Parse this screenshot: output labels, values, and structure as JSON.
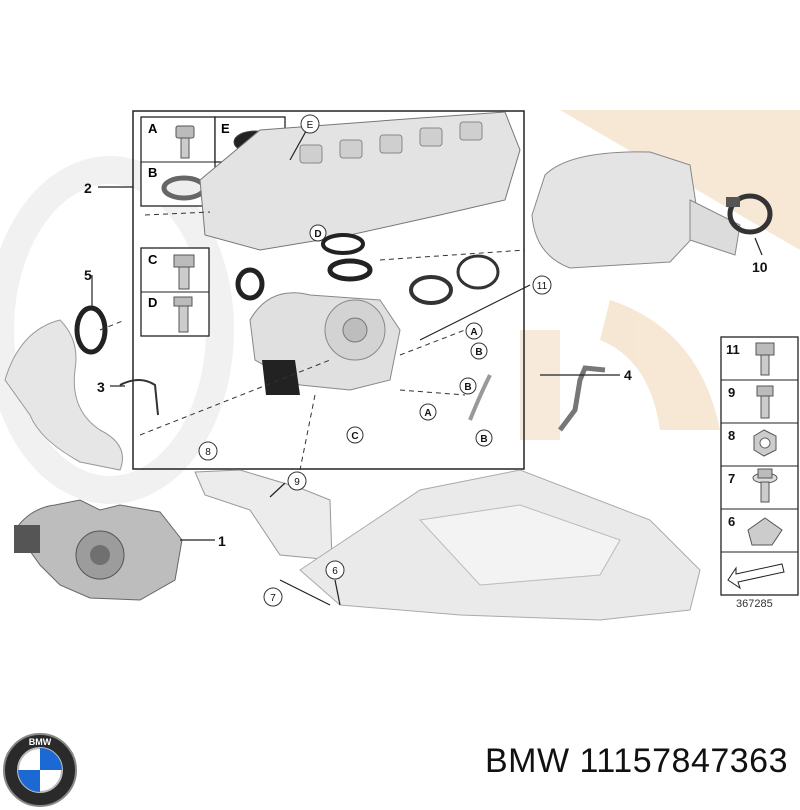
{
  "diagram": {
    "id_label": "367285",
    "callouts": [
      "1",
      "2",
      "3",
      "4",
      "5",
      "6",
      "7",
      "8",
      "9",
      "10",
      "11",
      "E"
    ],
    "detail_letters": [
      "A",
      "B",
      "C",
      "D",
      "E"
    ],
    "inline_refs": [
      "A",
      "B",
      "B",
      "A",
      "B",
      "C",
      "D"
    ],
    "legend": [
      {
        "number": "11",
        "part": "hex-flange-bolt"
      },
      {
        "number": "9",
        "part": "hex-bolt"
      },
      {
        "number": "8",
        "part": "hex-nut"
      },
      {
        "number": "7",
        "part": "hex-bolt-washer"
      },
      {
        "number": "6",
        "part": "clip-nut"
      }
    ],
    "colors": {
      "line": "#222222",
      "watermark": "#f6e4d0",
      "part_gray": "#d9d9d9",
      "part_dark": "#555555"
    }
  },
  "brand": {
    "logo_text": "BMW",
    "title": "BMW 11157847363"
  }
}
